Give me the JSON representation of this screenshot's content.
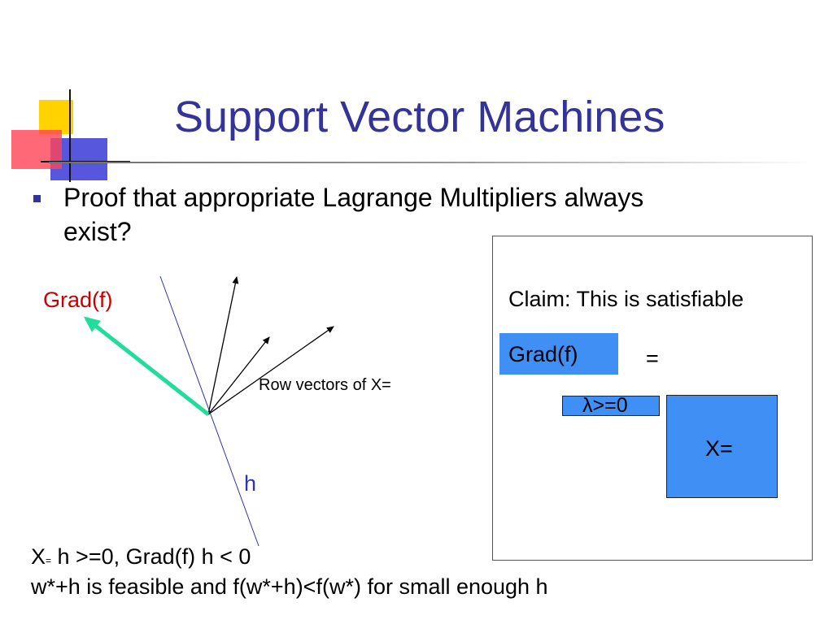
{
  "slide": {
    "title": "Support  Vector Machines",
    "bullet": "Proof that appropriate Lagrange Multipliers always exist?"
  },
  "diagram": {
    "grad_label": "Grad(f)",
    "row_vectors_label": "Row vectors of X=",
    "h_label": "h"
  },
  "claim_box": {
    "claim_text": "Claim: This is satisfiable",
    "grad_rect_label": "Grad(f)",
    "equals_sign": "=",
    "lambda_label": "λ>=0",
    "x_label": "X="
  },
  "bottom": {
    "line1_x": "X",
    "line1_sub": "=",
    "line1_rest": " h >=0, Grad(f) h < 0",
    "line2": "w*+h is feasible and f(w*+h)<f(w*) for small enough h"
  },
  "colors": {
    "title": "#333399",
    "grad_label": "#cc0000",
    "grad_arrow": "#22dd99",
    "hyperplane": "#3333aa",
    "box_fill": "#3f8ff5"
  }
}
